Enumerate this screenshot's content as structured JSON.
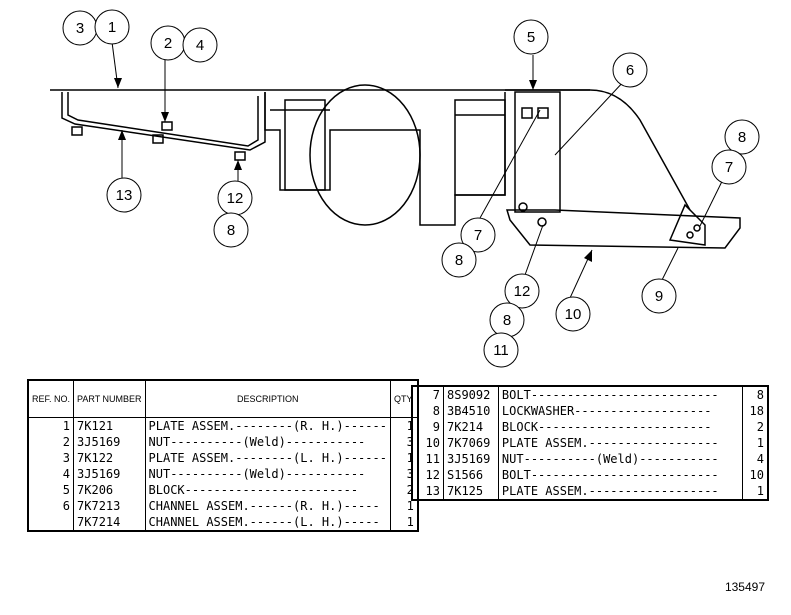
{
  "callouts": [
    "1",
    "2",
    "3",
    "4",
    "5",
    "6",
    "7",
    "8",
    "9",
    "10",
    "11",
    "12",
    "13"
  ],
  "table_left": {
    "headers": {
      "ref": "REF. NO.",
      "part": "PART NUMBER",
      "desc": "DESCRIPTION",
      "qty": "QTY."
    },
    "rows": [
      {
        "ref": "1",
        "part": "7K121",
        "desc": "PLATE ASSEM.--------(R. H.)------",
        "qty": "1"
      },
      {
        "ref": "2",
        "part": "3J5169",
        "desc": "NUT----------(Weld)-----------",
        "qty": "3"
      },
      {
        "ref": "3",
        "part": "7K122",
        "desc": "PLATE ASSEM.--------(L. H.)------",
        "qty": "1"
      },
      {
        "ref": "4",
        "part": "3J5169",
        "desc": "NUT----------(Weld)-----------",
        "qty": "3"
      },
      {
        "ref": "5",
        "part": "7K206",
        "desc": "BLOCK------------------------",
        "qty": "2"
      },
      {
        "ref": "6",
        "part": "7K7213",
        "desc": "CHANNEL ASSEM.------(R. H.)-----",
        "qty": "1"
      },
      {
        "ref": "",
        "part": "7K7214",
        "desc": "CHANNEL ASSEM.------(L. H.)-----",
        "qty": "1"
      }
    ]
  },
  "table_right": {
    "rows": [
      {
        "ref": "7",
        "part": "8S9092",
        "desc": "BOLT--------------------------",
        "qty": "8"
      },
      {
        "ref": "8",
        "part": "3B4510",
        "desc": "LOCKWASHER-------------------",
        "qty": "18"
      },
      {
        "ref": "9",
        "part": "7K214",
        "desc": "BLOCK------------------------",
        "qty": "2"
      },
      {
        "ref": "10",
        "part": "7K7069",
        "desc": "PLATE ASSEM.------------------",
        "qty": "1"
      },
      {
        "ref": "11",
        "part": "3J5169",
        "desc": "NUT----------(Weld)-----------",
        "qty": "4"
      },
      {
        "ref": "12",
        "part": "S1566",
        "desc": "BOLT--------------------------",
        "qty": "10"
      },
      {
        "ref": "13",
        "part": "7K125",
        "desc": "PLATE ASSEM.------------------",
        "qty": "1"
      }
    ]
  },
  "figure_number": "135497"
}
